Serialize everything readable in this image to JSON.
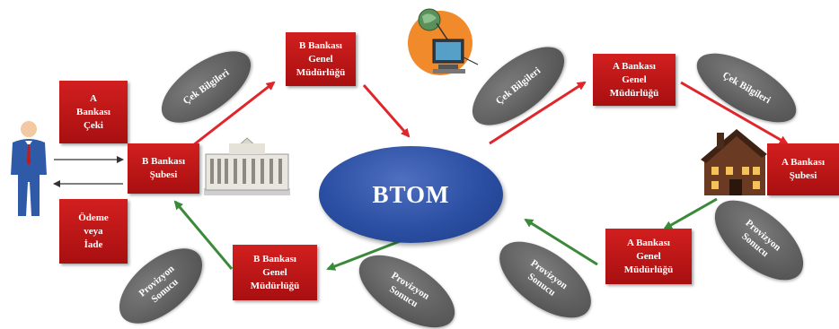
{
  "center": {
    "label": "BTOM"
  },
  "boxes": {
    "a_bankasi_ceki": "A\nBankası\nÇeki",
    "odeme_veya_iade": "Ödeme\nveya\nİade",
    "b_bankasi_subesi": "B Bankası\nŞubesi",
    "b_bankasi_genel_top": "B Bankası\nGenel\nMüdürlüğü",
    "b_bankasi_genel_bottom": "B Bankası\nGenel\nMüdürlüğü",
    "a_bankasi_genel_top": "A Bankası\nGenel\nMüdürlüğü",
    "a_bankasi_genel_bottom": "A Bankası\nGenel\nMüdürlüğü",
    "a_bankasi_subesi": "A Bankası\nŞubesi"
  },
  "pills": {
    "cek_bilgileri_left": "Çek Bilgileri",
    "cek_bilgileri_mid": "Çek Bilgileri",
    "cek_bilgileri_right": "Çek Bilgileri",
    "provizyon_left": "Provizyon\nSonucu",
    "provizyon_mid_left": "Provizyon\nSonucu",
    "provizyon_mid_right": "Provizyon\nSonucu",
    "provizyon_right": "Provizyon\nSonucu"
  },
  "colors": {
    "box_red": "#c0181a",
    "pill_gray": "#5e5e5e",
    "btom_blue": "#2b4fa3",
    "arrow_red": "#e0262a",
    "arrow_green": "#3a8a3a",
    "arrow_black": "#333333"
  },
  "icons": [
    "person-icon",
    "bank-building-icon",
    "house-icon",
    "computer-network-icon"
  ]
}
